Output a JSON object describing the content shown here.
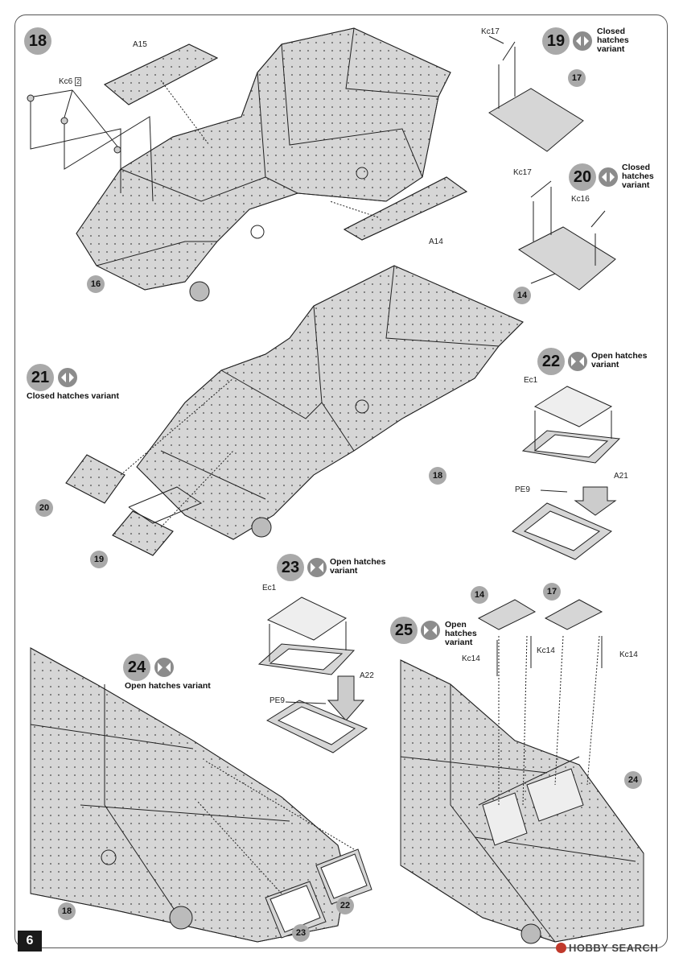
{
  "page": {
    "number": "6"
  },
  "watermark": {
    "text": "HOBBY SEARCH"
  },
  "steps": [
    {
      "number": "18",
      "parts": [
        "A15",
        "Kc6",
        "A14",
        "16"
      ],
      "kc6_qty": "2"
    },
    {
      "number": "19",
      "variant": "Closed\nhatches\nvariant",
      "parts": [
        "Kc17",
        "17"
      ]
    },
    {
      "number": "20",
      "variant": "Closed\nhatches\nvariant",
      "parts": [
        "Kc17",
        "Kc16",
        "14"
      ]
    },
    {
      "number": "21",
      "variant": "Closed hatches variant",
      "parts": [
        "20",
        "19",
        "18"
      ]
    },
    {
      "number": "22",
      "variant": "Open hatches\nvariant",
      "parts": [
        "Ec1",
        "A21",
        "PE9"
      ]
    },
    {
      "number": "23",
      "variant": "Open hatches\nvariant",
      "parts": [
        "Ec1",
        "A22",
        "PE9"
      ]
    },
    {
      "number": "24",
      "variant": "Open hatches variant",
      "parts": [
        "18",
        "23",
        "22"
      ]
    },
    {
      "number": "25",
      "variant": "Open\nhatches\nvariant",
      "parts": [
        "14",
        "17",
        "Kc14",
        "Kc14",
        "Kc14",
        "24"
      ]
    }
  ],
  "icons": {
    "variant_icon": "hatch-variant-icon",
    "accent": "#8c8c8c",
    "callout_fill": "#a9a9a9"
  }
}
